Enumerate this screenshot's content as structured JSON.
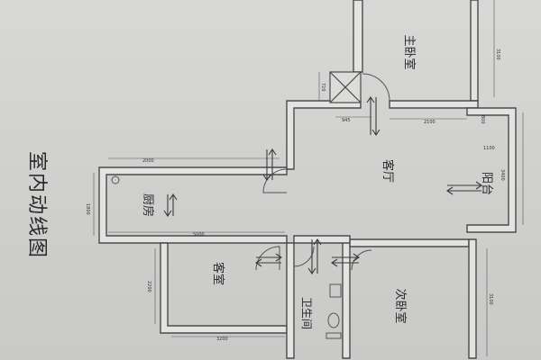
{
  "diagram": {
    "title": "室内动线图",
    "rooms": {
      "master_bedroom": "主卧室",
      "living_room": "客厅",
      "kitchen": "厨房",
      "balcony": "阳台",
      "guest_room": "客室",
      "bathroom": "卫生间",
      "second_bedroom": "次卧室"
    },
    "dimensions": {
      "master_right": "3100",
      "shaft": "720",
      "door_run": "945",
      "living_top": "2100",
      "balcony_top": "800",
      "balcony_mid": "1100",
      "balcony_side": "3400",
      "kitchen_top": "2000",
      "kitchen_left": "1800",
      "kitchen_bottom": "5000",
      "guest_left": "2200",
      "guest_bottom": "3200",
      "second_right": "3100"
    },
    "colors": {
      "wall": "#4a4a4a",
      "wall_fill": "#e4e4e2",
      "line": "#555555",
      "arrow": "#3a3a3a"
    }
  }
}
